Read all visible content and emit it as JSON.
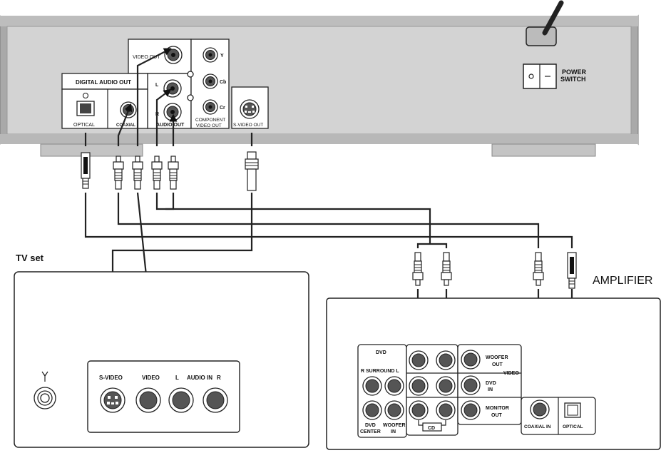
{
  "player": {
    "video_out": "VIDEO OUT",
    "digital_audio_out": "DIGITAL AUDIO OUT",
    "optical": "OPTICAL",
    "coaxial": "COAXIAL",
    "audio_l": "L",
    "audio_r": "R",
    "audio_out": "AUDIO OUT",
    "comp_y": "Y",
    "comp_cb": "Cb",
    "comp_cr": "Cr",
    "component_video_out_1": "COMPONENT",
    "component_video_out_2": "VIDEO OUT",
    "s_video_out": "S-VIDEO OUT",
    "power_1": "POWER",
    "power_2": "SWITCH"
  },
  "tv": {
    "title": "TV set",
    "s_video": "S-VIDEO",
    "video": "VIDEO",
    "audio_l": "L",
    "audio_in": "AUDIO IN",
    "audio_r": "R"
  },
  "amplifier": {
    "title": "AMPLIFIER",
    "dvd": "DVD",
    "r_surround_l": "R SURROUND L",
    "dvd_center_1": "DVD",
    "dvd_center_2": "CENTER",
    "woofer_in_1": "WOOFER",
    "woofer_in_2": "IN",
    "cd": "CD",
    "woofer_out_1": "WOOFER",
    "woofer_out_2": "OUT",
    "video": "VIDEO",
    "dvd_in_1": "DVD",
    "dvd_in_2": "IN",
    "monitor_out_1": "MONITOR",
    "monitor_out_2": "OUT",
    "coaxial_in": "COAXIAL IN",
    "optical": "OPTICAL"
  },
  "colors": {
    "chassis": "#d3d3d3",
    "chassis_edge": "#a9a9a9",
    "foot": "#c4c4c4",
    "line": "#222222"
  }
}
